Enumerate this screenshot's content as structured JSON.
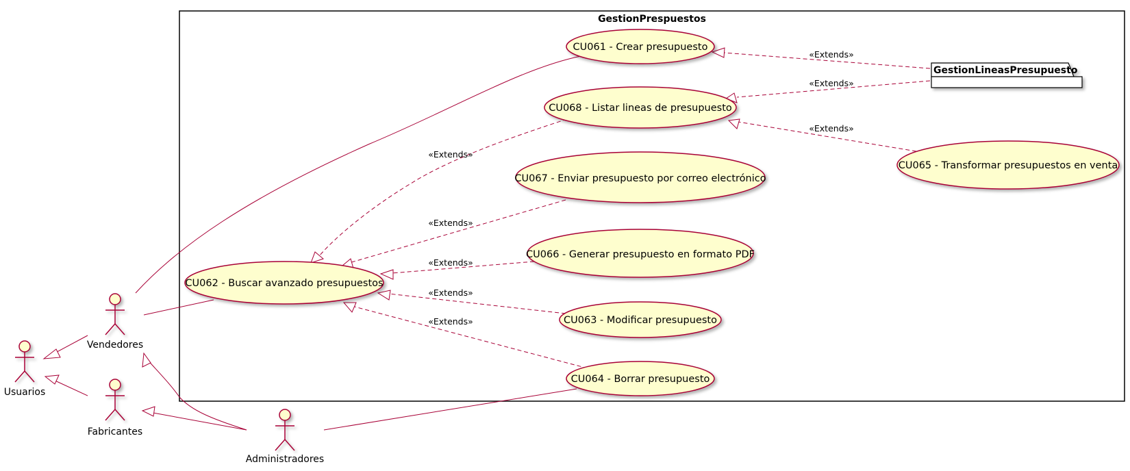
{
  "package": {
    "title": "GestionPrespuestos"
  },
  "external_package": {
    "title": "GestionLineasPresupuesto"
  },
  "actors": {
    "usuarios": "Usuarios",
    "vendedores": "Vendedores",
    "fabricantes": "Fabricantes",
    "administradores": "Administradores"
  },
  "use_cases": {
    "cu061": "CU061 - Crear presupuesto",
    "cu068": "CU068 - Listar lineas de presupuesto",
    "cu067": "CU067 - Enviar presupuesto por correo electrónico",
    "cu066": "CU066 - Generar presupuesto en formato PDF",
    "cu062": "CU062 - Buscar avanzado presupuestos",
    "cu063": "CU063 - Modificar presupuesto",
    "cu064": "CU064 - Borrar presupuesto",
    "cu065": "CU065 - Transformar presupuestos en venta"
  },
  "extends_label": "«Extends»",
  "colors": {
    "accent": "#a80036",
    "fill": "#fefece",
    "border": "#000000"
  }
}
